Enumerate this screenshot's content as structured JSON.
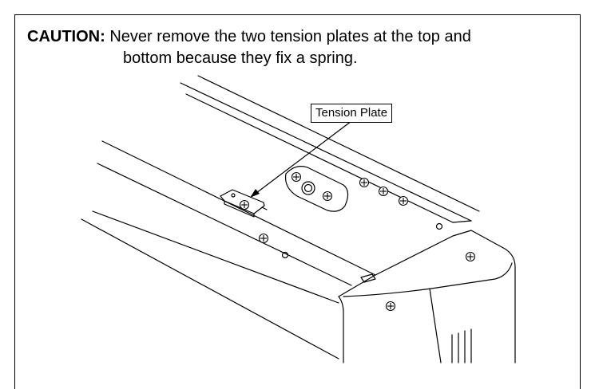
{
  "caution": {
    "heading": "CAUTION:",
    "text_line1": "Never remove the two tension plates at the top and",
    "text_line2": "bottom because they fix a spring."
  },
  "callout": {
    "label": "Tension Plate"
  }
}
